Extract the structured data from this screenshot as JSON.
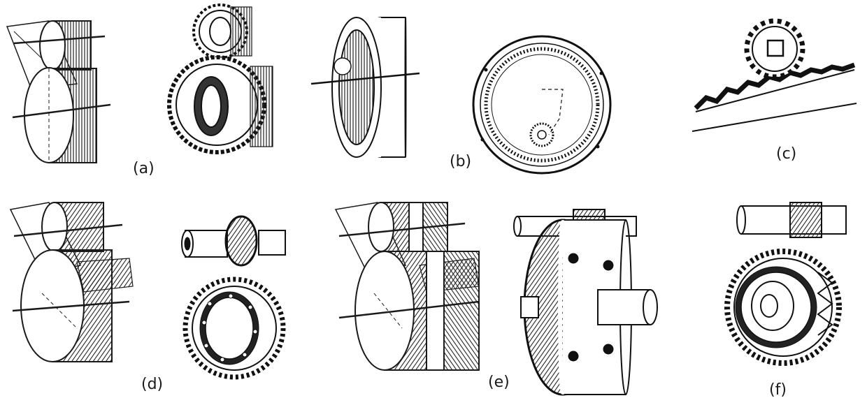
{
  "figure": {
    "labels": {
      "a": "(a)",
      "b": "(b)",
      "c": "(c)",
      "d": "(d)",
      "e": "(e)",
      "f": "(f)"
    },
    "ink_color": "#1a1a1a",
    "paper_color": "#ffffff"
  }
}
